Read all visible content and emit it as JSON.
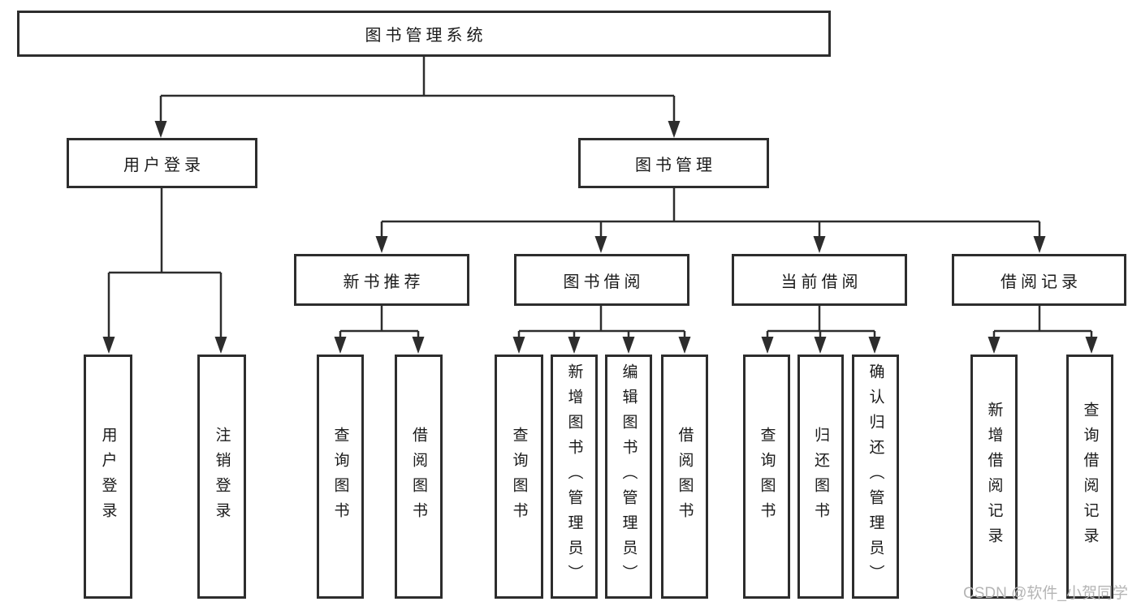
{
  "tree": {
    "root": {
      "label": "图书管理系统"
    },
    "branches": [
      {
        "label": "用户登录",
        "children": [
          {
            "label": "用户登录"
          },
          {
            "label": "注销登录"
          }
        ]
      },
      {
        "label": "图书管理",
        "children": [
          {
            "label": "新书推荐",
            "children": [
              {
                "label": "查询图书"
              },
              {
                "label": "借阅图书"
              }
            ]
          },
          {
            "label": "图书借阅",
            "children": [
              {
                "label": "查询图书"
              },
              {
                "label": "新增图书（管理员）"
              },
              {
                "label": "编辑图书（管理员）"
              },
              {
                "label": "借阅图书"
              }
            ]
          },
          {
            "label": "当前借阅",
            "children": [
              {
                "label": "查询图书"
              },
              {
                "label": "归还图书"
              },
              {
                "label": "确认归还（管理员）"
              }
            ]
          },
          {
            "label": "借阅记录",
            "children": [
              {
                "label": "新增借阅记录"
              },
              {
                "label": "查询借阅记录"
              }
            ]
          }
        ]
      }
    ]
  },
  "watermark": {
    "text": "CSDN @软件_小贺同学"
  },
  "colors": {
    "line": "#2d2d2d",
    "box_border": "#2d2d2d",
    "text": "#1a1a1a",
    "watermark": "#b5b5b5",
    "background": "#ffffff"
  }
}
